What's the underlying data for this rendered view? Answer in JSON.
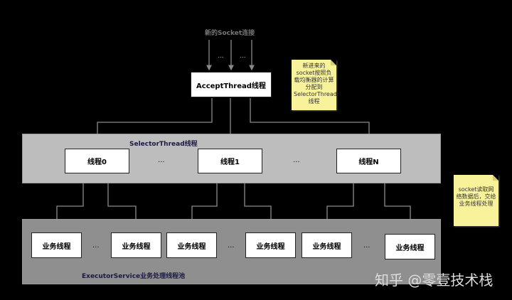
{
  "incoming": {
    "label": "新的Socket连接",
    "dots_left": "...",
    "dots_right": "..."
  },
  "accept_thread": {
    "label": "AcceptThread线程"
  },
  "note1": {
    "text": "新进来的socket按照负载均衡器的计算分配到SelectorThread线程"
  },
  "selector_panel": {
    "label": "SelectorThread线程"
  },
  "selector_threads": [
    {
      "label": "线程0"
    },
    {
      "label": "线程1"
    },
    {
      "label": "线程N"
    }
  ],
  "selector_dots": [
    "...",
    "..."
  ],
  "note2": {
    "text": "socket读取网络数据后，交给业务线程处理"
  },
  "executor_panel": {
    "label": "ExecutorService业务处理线程池"
  },
  "worker_threads": [
    {
      "label": "业务线程"
    },
    {
      "label": "业务线程"
    },
    {
      "label": "业务线程"
    },
    {
      "label": "业务线程"
    },
    {
      "label": "业务线程"
    },
    {
      "label": "业务线程"
    }
  ],
  "worker_dots": [
    "...",
    "...",
    "..."
  ],
  "watermark": {
    "text": "知乎 @零壹技术栈"
  }
}
